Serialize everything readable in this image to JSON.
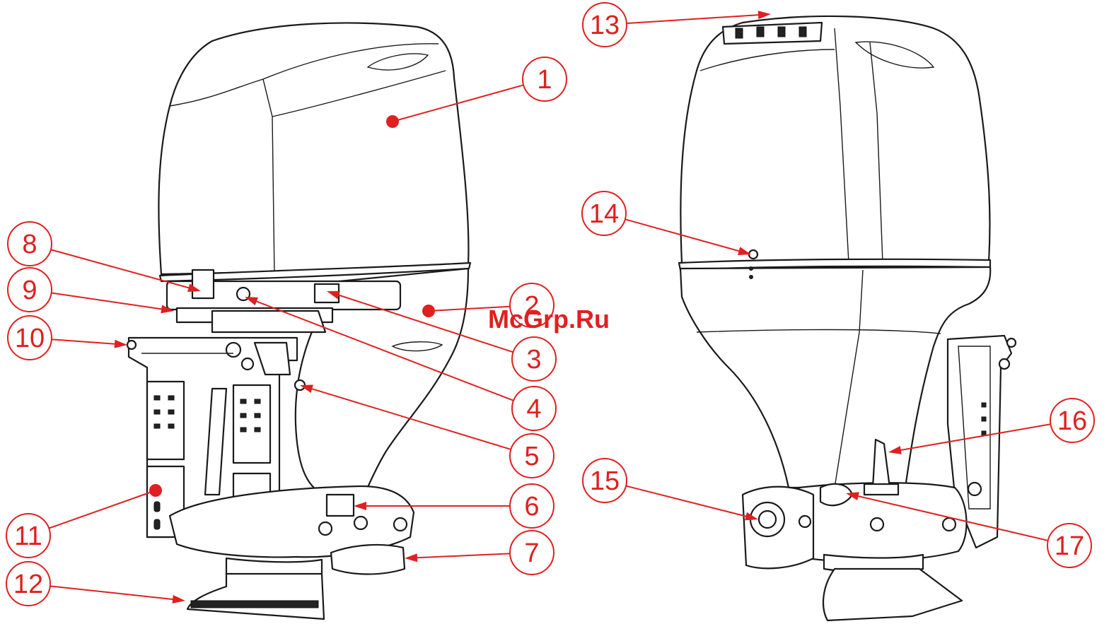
{
  "watermark": "McGrp.Ru",
  "callouts": [
    {
      "id": 1,
      "label": "1"
    },
    {
      "id": 2,
      "label": "2"
    },
    {
      "id": 3,
      "label": "3"
    },
    {
      "id": 4,
      "label": "4"
    },
    {
      "id": 5,
      "label": "5"
    },
    {
      "id": 6,
      "label": "6"
    },
    {
      "id": 7,
      "label": "7"
    },
    {
      "id": 8,
      "label": "8"
    },
    {
      "id": 9,
      "label": "9"
    },
    {
      "id": 10,
      "label": "10"
    },
    {
      "id": 11,
      "label": "11"
    },
    {
      "id": 12,
      "label": "12"
    },
    {
      "id": 13,
      "label": "13"
    },
    {
      "id": 14,
      "label": "14"
    },
    {
      "id": 15,
      "label": "15"
    },
    {
      "id": 16,
      "label": "16"
    },
    {
      "id": 17,
      "label": "17"
    }
  ],
  "colors": {
    "callout": "#e02020",
    "line_art": "#1a1a1a",
    "background": "#ffffff"
  }
}
